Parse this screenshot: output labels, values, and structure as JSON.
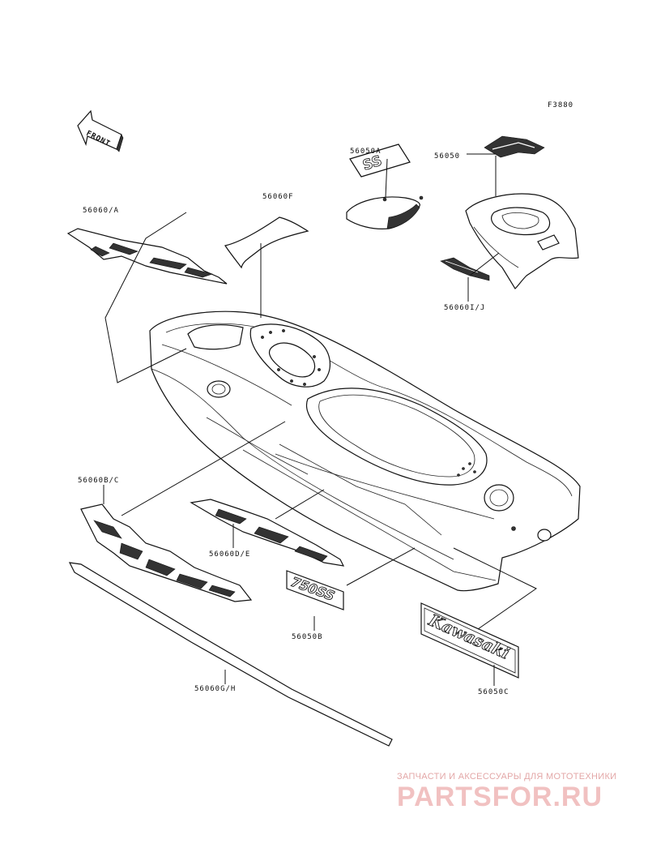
{
  "figure_code": "F3880",
  "front_label": "FRONT",
  "callouts": {
    "c_56050A": "56050A",
    "c_56050": "56050",
    "c_56060A": "56060/A",
    "c_56060F": "56060F",
    "c_56060IJ": "56060I/J",
    "c_56060BC": "56060B/C",
    "c_56060DE": "56060D/E",
    "c_56050B": "56050B",
    "c_56060GH": "56060G/H",
    "c_56050C": "56050C"
  },
  "decal_texts": {
    "kawasaki": "Kawasaki",
    "model_750ss": "750SS",
    "ss": "SS"
  },
  "watermark": {
    "tagline": "ЗАПЧАСТИ И АКСЕССУАРЫ ДЛЯ МОТОТЕХНИКИ",
    "logo": "PARTSFOR.RU"
  }
}
